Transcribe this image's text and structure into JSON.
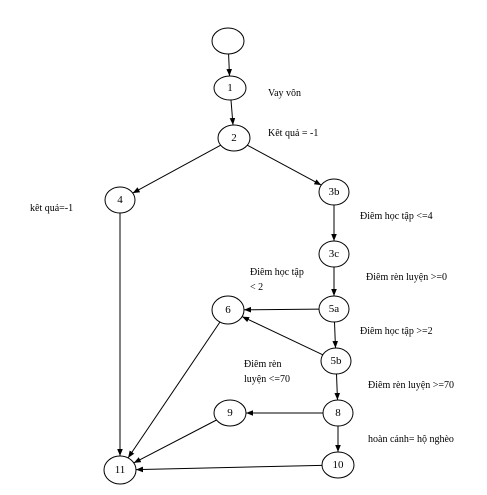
{
  "nodes": {
    "start": "",
    "n1": "1",
    "n2": "2",
    "n3b": "3b",
    "n3c": "3c",
    "n4": "4",
    "n5a": "5a",
    "n5b": "5b",
    "n6": "6",
    "n8": "8",
    "n9": "9",
    "n10": "10",
    "n11": "11"
  },
  "annotations": {
    "vay_von": "Vay vôn",
    "ket_qua_2": "Kêt quả = -1",
    "ket_qua_4": "kêt quả=-1",
    "diem_hoc_tap_4": "Điêm học tập <=4",
    "diem_ren_luyen_0": "Điêm rèn luyện >=0",
    "diem_hoc_tap_2_line1": "Điêm học tập",
    "diem_hoc_tap_2_line2": "< 2",
    "diem_hoc_tap_ge2": "Điêm học tập >=2",
    "diem_ren_luyen_70_line1": "Điêm rèn",
    "diem_ren_luyen_70_line2": "luyện <=70",
    "diem_ren_luyen_ge70": "Điêm rèn luyện >=70",
    "hoan_canh": "hoàn cảnh= hộ nghèo"
  },
  "edges": [
    [
      "start",
      "n1"
    ],
    [
      "n1",
      "n2"
    ],
    [
      "n2",
      "n4"
    ],
    [
      "n2",
      "n3b"
    ],
    [
      "n3b",
      "n3c"
    ],
    [
      "n3c",
      "n5a"
    ],
    [
      "n5a",
      "n6"
    ],
    [
      "n5a",
      "n5b"
    ],
    [
      "n5b",
      "n6"
    ],
    [
      "n5b",
      "n8"
    ],
    [
      "n8",
      "n9"
    ],
    [
      "n8",
      "n10"
    ],
    [
      "n4",
      "n11"
    ],
    [
      "n6",
      "n11"
    ],
    [
      "n9",
      "n11"
    ],
    [
      "n10",
      "n11"
    ]
  ]
}
